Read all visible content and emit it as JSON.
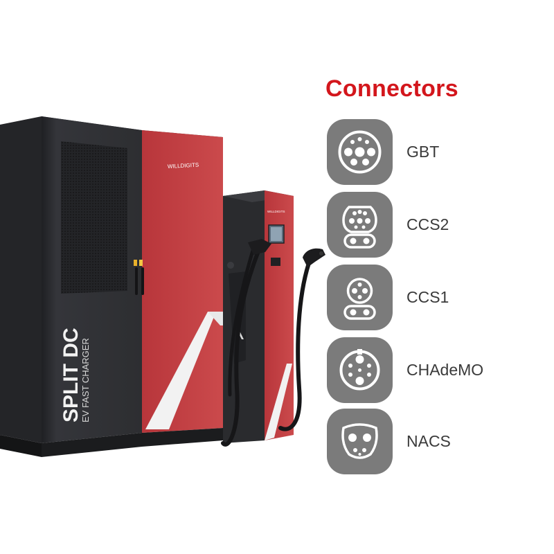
{
  "product": {
    "cabinet_brand": "WILLDIGITS",
    "dispenser_brand": "WILLDIGITS",
    "model_title": "SPLIT DC",
    "model_subtitle": "EV FAST CHARGER"
  },
  "connectors": {
    "title": "Connectors",
    "items": [
      {
        "label": "GBT",
        "icon": "gbt-connector-icon"
      },
      {
        "label": "CCS2",
        "icon": "ccs2-connector-icon"
      },
      {
        "label": "CCS1",
        "icon": "ccs1-connector-icon"
      },
      {
        "label": "CHAdeMO",
        "icon": "chademo-connector-icon"
      },
      {
        "label": "NACS",
        "icon": "nacs-connector-icon"
      }
    ]
  },
  "colors": {
    "title": "#d3161c",
    "cabinet_red": "#c23a3e",
    "cabinet_dark": "#2f3033",
    "badge": "#7b7b7b",
    "label_text": "#3a3a3a"
  }
}
